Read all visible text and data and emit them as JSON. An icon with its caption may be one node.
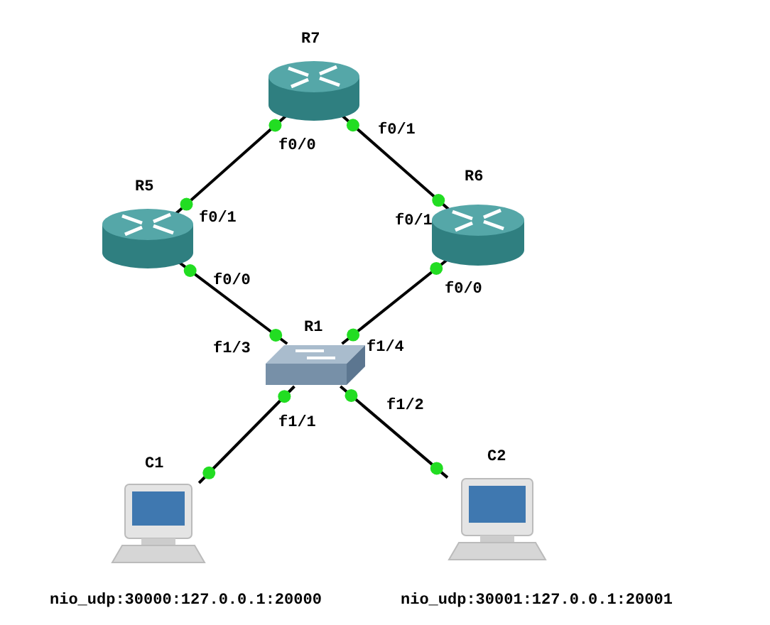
{
  "diagram": {
    "nodes": [
      {
        "text": [
          "R7"
        ],
        "beside": [
          "f0/0",
          "f0/1"
        ]
      },
      {
        "text": [
          "R5"
        ],
        "beside": [
          "f0/1",
          "f0/0"
        ]
      },
      {
        "text": [
          "R6"
        ],
        "beside": [
          "f0/1",
          "f0/0"
        ]
      },
      {
        "text": [
          "R1"
        ],
        "beside": [
          "f1/3",
          "f1/4",
          "f1/1",
          "f1/2"
        ]
      },
      {
        "text": [
          "C1"
        ],
        "beside": [
          "nio_udp:30000:127.0.0.1:20000"
        ]
      },
      {
        "text": [
          "C2"
        ],
        "beside": [
          "nio_udp:30001:127.0.0.1:20001"
        ]
      }
    ],
    "edges": [
      {
        "from": 0,
        "to": 1,
        "arrow": "other"
      },
      {
        "from": 0,
        "to": 2,
        "arrow": "other"
      },
      {
        "from": 1,
        "to": 3,
        "arrow": "other"
      },
      {
        "from": 2,
        "to": 3,
        "arrow": "other"
      },
      {
        "from": 3,
        "to": 4,
        "arrow": "other"
      },
      {
        "from": 3,
        "to": 5,
        "arrow": "other"
      }
    ]
  }
}
